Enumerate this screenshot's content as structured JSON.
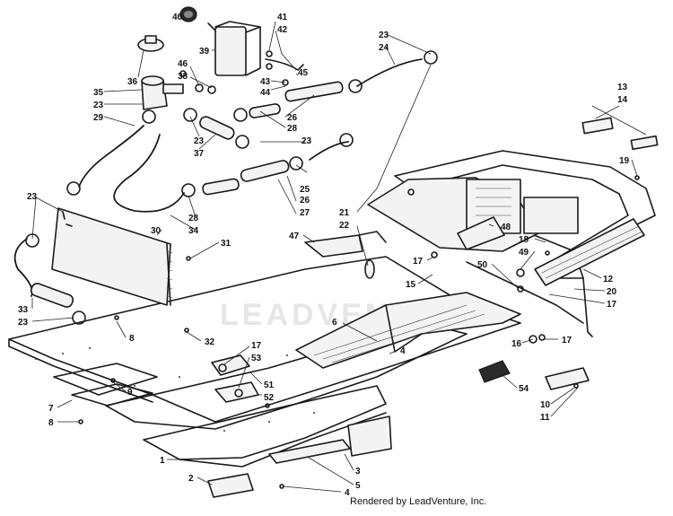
{
  "watermark": "LEADVENTURE",
  "credit": "Rendered by LeadVenture, Inc.",
  "callouts": [
    {
      "id": "c40",
      "text": "40"
    },
    {
      "id": "c41",
      "text": "41"
    },
    {
      "id": "c42",
      "text": "42"
    },
    {
      "id": "c39",
      "text": "39"
    },
    {
      "id": "c36",
      "text": "36"
    },
    {
      "id": "c46",
      "text": "46"
    },
    {
      "id": "c38",
      "text": "38"
    },
    {
      "id": "c43",
      "text": "43"
    },
    {
      "id": "c44",
      "text": "44"
    },
    {
      "id": "c45",
      "text": "45"
    },
    {
      "id": "c35",
      "text": "35"
    },
    {
      "id": "c23a",
      "text": "23"
    },
    {
      "id": "c29",
      "text": "29"
    },
    {
      "id": "c23b",
      "text": "23"
    },
    {
      "id": "c37",
      "text": "37"
    },
    {
      "id": "c28a",
      "text": "28"
    },
    {
      "id": "c26a",
      "text": "26"
    },
    {
      "id": "c23c",
      "text": "23"
    },
    {
      "id": "c24",
      "text": "24"
    },
    {
      "id": "c23d",
      "text": "23"
    },
    {
      "id": "c13",
      "text": "13"
    },
    {
      "id": "c14",
      "text": "14"
    },
    {
      "id": "c19",
      "text": "19"
    },
    {
      "id": "c23e",
      "text": "23"
    },
    {
      "id": "c28b",
      "text": "28"
    },
    {
      "id": "c25",
      "text": "25"
    },
    {
      "id": "c26b",
      "text": "26"
    },
    {
      "id": "c27",
      "text": "27"
    },
    {
      "id": "c28c",
      "text": "28"
    },
    {
      "id": "c34",
      "text": "34"
    },
    {
      "id": "c30",
      "text": "30"
    },
    {
      "id": "c31",
      "text": "31"
    },
    {
      "id": "c23f",
      "text": "23"
    },
    {
      "id": "c21",
      "text": "21"
    },
    {
      "id": "c22",
      "text": "22"
    },
    {
      "id": "c47",
      "text": "47"
    },
    {
      "id": "c48",
      "text": "48"
    },
    {
      "id": "c18",
      "text": "18"
    },
    {
      "id": "c49",
      "text": "49"
    },
    {
      "id": "c17a",
      "text": "17"
    },
    {
      "id": "c50",
      "text": "50"
    },
    {
      "id": "c12",
      "text": "12"
    },
    {
      "id": "c15",
      "text": "15"
    },
    {
      "id": "c20",
      "text": "20"
    },
    {
      "id": "c17b",
      "text": "17"
    },
    {
      "id": "c33",
      "text": "33"
    },
    {
      "id": "c23g",
      "text": "23"
    },
    {
      "id": "c8a",
      "text": "8"
    },
    {
      "id": "c6",
      "text": "6"
    },
    {
      "id": "c32",
      "text": "32"
    },
    {
      "id": "c16",
      "text": "16"
    },
    {
      "id": "c17c",
      "text": "17"
    },
    {
      "id": "c17d",
      "text": "17"
    },
    {
      "id": "c53",
      "text": "53"
    },
    {
      "id": "c4a",
      "text": "4"
    },
    {
      "id": "c51",
      "text": "51"
    },
    {
      "id": "c52",
      "text": "52"
    },
    {
      "id": "c54",
      "text": "54"
    },
    {
      "id": "c10",
      "text": "10"
    },
    {
      "id": "c11",
      "text": "11"
    },
    {
      "id": "c7",
      "text": "7"
    },
    {
      "id": "c9",
      "text": "9"
    },
    {
      "id": "c8b",
      "text": "8"
    },
    {
      "id": "c1",
      "text": "1"
    },
    {
      "id": "c2",
      "text": "2"
    },
    {
      "id": "c3",
      "text": "3"
    },
    {
      "id": "c5",
      "text": "5"
    },
    {
      "id": "c4b",
      "text": "4"
    }
  ]
}
